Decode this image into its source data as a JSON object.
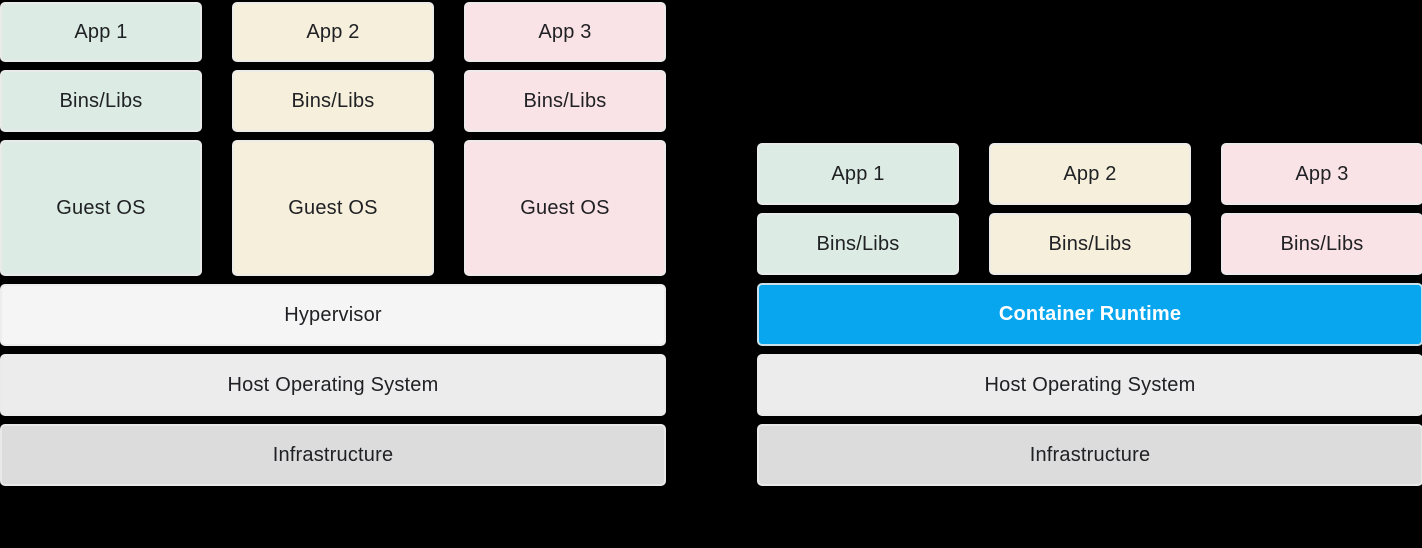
{
  "diagram": {
    "vm_stack": {
      "columns": [
        {
          "app": "App 1",
          "bins": "Bins/Libs",
          "guest_os": "Guest OS"
        },
        {
          "app": "App 2",
          "bins": "Bins/Libs",
          "guest_os": "Guest OS"
        },
        {
          "app": "App 3",
          "bins": "Bins/Libs",
          "guest_os": "Guest OS"
        }
      ],
      "layers": {
        "hypervisor": "Hypervisor",
        "host_os": "Host Operating System",
        "infrastructure": "Infrastructure"
      }
    },
    "container_stack": {
      "columns": [
        {
          "app": "App 1",
          "bins": "Bins/Libs"
        },
        {
          "app": "App 2",
          "bins": "Bins/Libs"
        },
        {
          "app": "App 3",
          "bins": "Bins/Libs"
        }
      ],
      "layers": {
        "runtime": "Container Runtime",
        "host_os": "Host Operating System",
        "infrastructure": "Infrastructure"
      }
    }
  },
  "colors": {
    "background": "#000000",
    "stack1": "#dcece4",
    "stack2": "#f6efdc",
    "stack3": "#fae3e6",
    "hypervisor": "#f5f5f5",
    "host_os": "#ececec",
    "infrastructure": "#dcdcdc",
    "container_runtime": "#09a6f0",
    "text": "#202124",
    "runtime_text": "#ffffff"
  }
}
